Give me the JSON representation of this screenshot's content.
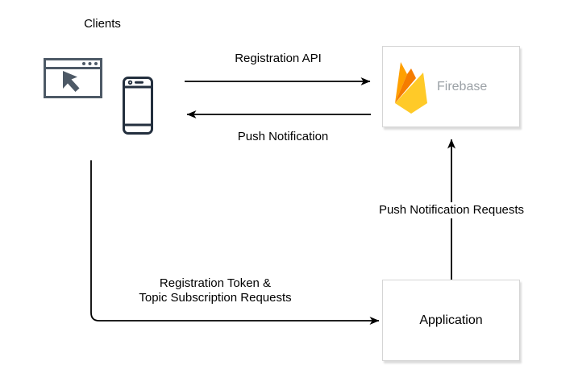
{
  "diagram": {
    "clients": "Clients",
    "firebase_label": "Firebase",
    "application_label": "Application",
    "edge_registration_api": "Registration API",
    "edge_push_notification": "Push Notification",
    "edge_push_notification_requests": "Push Notification Requests",
    "edge_reg_token_line1": "Registration Token &",
    "edge_reg_token_line2": "Topic Subscription Requests",
    "icons": [
      "browser-window-icon",
      "cursor-icon",
      "smartphone-icon",
      "firebase-logo-icon"
    ],
    "colors": {
      "flame_yellow": "#FFCA28",
      "flame_orange": "#FFA000",
      "flame_deep_orange": "#F57C00",
      "browser_icon": "#4D5966",
      "phone_icon": "#232F3E",
      "arrow": "#000000",
      "node_border": "#D5D5D5",
      "node_bg": "#FFFFFF",
      "firebase_text": "#9BA1A6",
      "label_text": "#000000"
    }
  }
}
